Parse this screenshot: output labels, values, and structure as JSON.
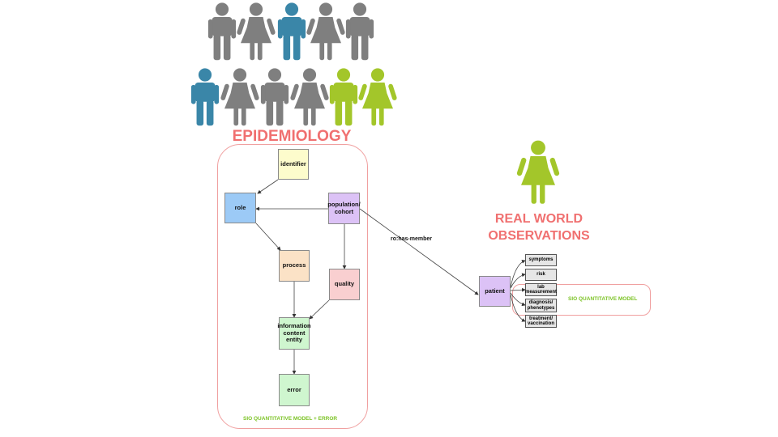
{
  "titles": {
    "epidemiology": "EPIDEMIOLOGY",
    "real_world_line1": "REAL WORLD",
    "real_world_line2": "OBSERVATIONS"
  },
  "colors": {
    "person_gray": "#7f7f7f",
    "person_blue": "#3a86a8",
    "person_green": "#a3c62a",
    "title_red": "#f07070",
    "caption_green": "#7cc326"
  },
  "people": {
    "row1": [
      {
        "kind": "male-person-icon",
        "color": "gray"
      },
      {
        "kind": "female-person-icon",
        "color": "gray"
      },
      {
        "kind": "male-person-icon",
        "color": "blue"
      },
      {
        "kind": "female-person-icon",
        "color": "gray"
      },
      {
        "kind": "male-person-icon",
        "color": "gray"
      }
    ],
    "row2": [
      {
        "kind": "male-person-icon",
        "color": "blue"
      },
      {
        "kind": "female-person-icon",
        "color": "gray"
      },
      {
        "kind": "male-person-icon",
        "color": "gray"
      },
      {
        "kind": "female-person-icon",
        "color": "gray"
      },
      {
        "kind": "male-person-icon",
        "color": "green"
      },
      {
        "kind": "female-person-icon",
        "color": "green"
      }
    ],
    "observation": {
      "kind": "female-person-icon",
      "color": "green"
    }
  },
  "nodes": {
    "identifier": "identifier",
    "role": "role",
    "population_line1": "population/",
    "population_line2": "cohort",
    "process": "process",
    "quality": "quality",
    "ice_line1": "information",
    "ice_line2": "content",
    "ice_line3": "entity",
    "error": "error",
    "patient": "patient"
  },
  "attributes": {
    "symptoms": "symptoms",
    "risk": "risk",
    "lab_line1": "lab",
    "lab_line2": "measurement",
    "diag_line1": "diagnosis/",
    "diag_line2": "phenotypes",
    "treat_line1": "treatment/",
    "treat_line2": "vaccination"
  },
  "edge_labels": {
    "has_member": "ro:has-member"
  },
  "captions": {
    "left": "SIO QUANTITATIVE MODEL + ERROR",
    "right": "SIO QUANTITATIVE MODEL"
  }
}
